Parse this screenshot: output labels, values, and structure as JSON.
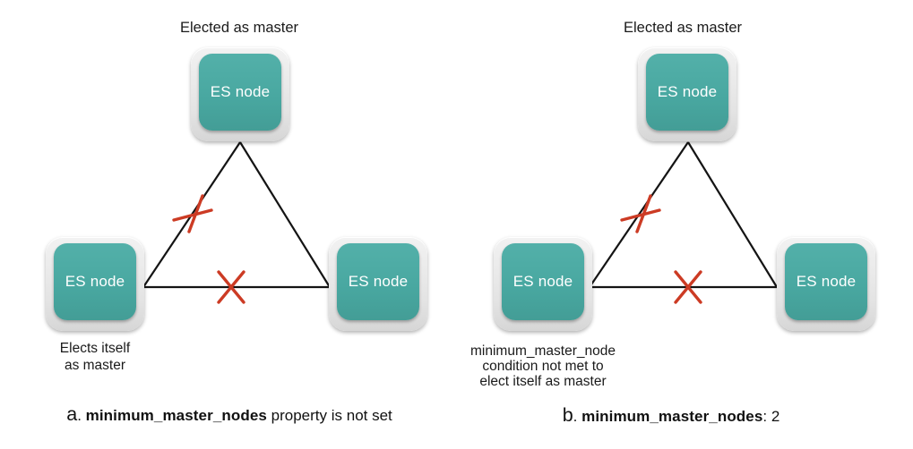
{
  "colors": {
    "background": "#ffffff",
    "node_fill": "#49a8a1",
    "node_frame": "#e4e4e4",
    "node_text": "#ffffff",
    "edge": "#141414",
    "cross": "#cc3b24"
  },
  "diagrams": [
    {
      "id": "a",
      "top_label": "Elected as master",
      "nodes": {
        "top": "ES node",
        "bottom_left": "ES node",
        "bottom_right": "ES node"
      },
      "bottom_left_note": "Elects itself\nas master",
      "crossed_out_links": [
        "top to bottom-left",
        "bottom-left to bottom-right"
      ],
      "caption": {
        "letter": "a",
        "separator": ". ",
        "code": "minimum_master_nodes",
        "suffix": " property is not set"
      }
    },
    {
      "id": "b",
      "top_label": "Elected as master",
      "nodes": {
        "top": "ES node",
        "bottom_left": "ES node",
        "bottom_right": "ES node"
      },
      "bottom_left_note": "minimum_master_node\ncondition not met to\nelect itself as master",
      "crossed_out_links": [
        "top to bottom-left",
        "bottom-left to bottom-right"
      ],
      "caption": {
        "letter": "b",
        "separator": ". ",
        "code": "minimum_master_nodes",
        "suffix": ": 2"
      }
    }
  ]
}
